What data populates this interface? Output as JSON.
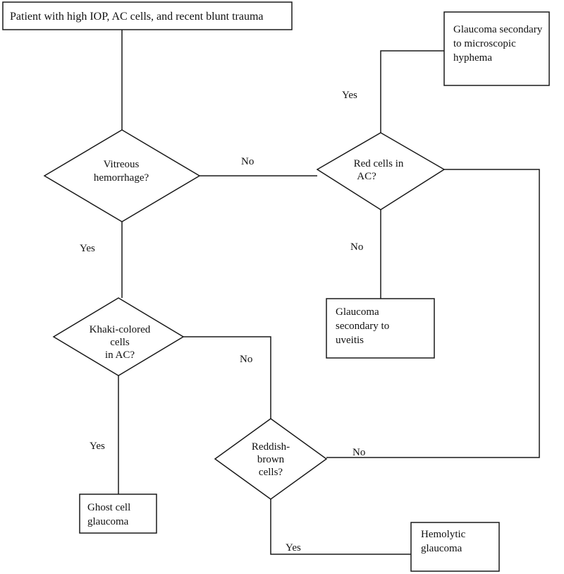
{
  "nodes": {
    "start": {
      "text": "Patient with high IOP, AC cells, and recent blunt trauma"
    },
    "vitreous": {
      "line1": "Vitreous",
      "line2": "hemorrhage?"
    },
    "red_cells": {
      "line1": "Red cells in",
      "line2": "AC?"
    },
    "khaki": {
      "line1": "Khaki-colored",
      "line2": "cells",
      "line3": "in AC?"
    },
    "reddish": {
      "line1": "Reddish-",
      "line2": "brown",
      "line3": "cells?"
    },
    "microscopic_hyphema": {
      "line1": "Glaucoma secondary",
      "line2": "to microscopic",
      "line3": "hyphema"
    },
    "uveitis": {
      "line1": "Glaucoma",
      "line2": "secondary to",
      "line3": "uveitis"
    },
    "ghost_cell": {
      "line1": "Ghost cell",
      "line2": "glaucoma"
    },
    "hemolytic": {
      "line1": "Hemolytic",
      "line2": "glaucoma"
    }
  },
  "edges": {
    "vitreous_no": "No",
    "vitreous_yes": "Yes",
    "red_yes": "Yes",
    "red_no": "No",
    "khaki_no": "No",
    "khaki_yes": "Yes",
    "reddish_no": "No",
    "reddish_yes": "Yes"
  }
}
